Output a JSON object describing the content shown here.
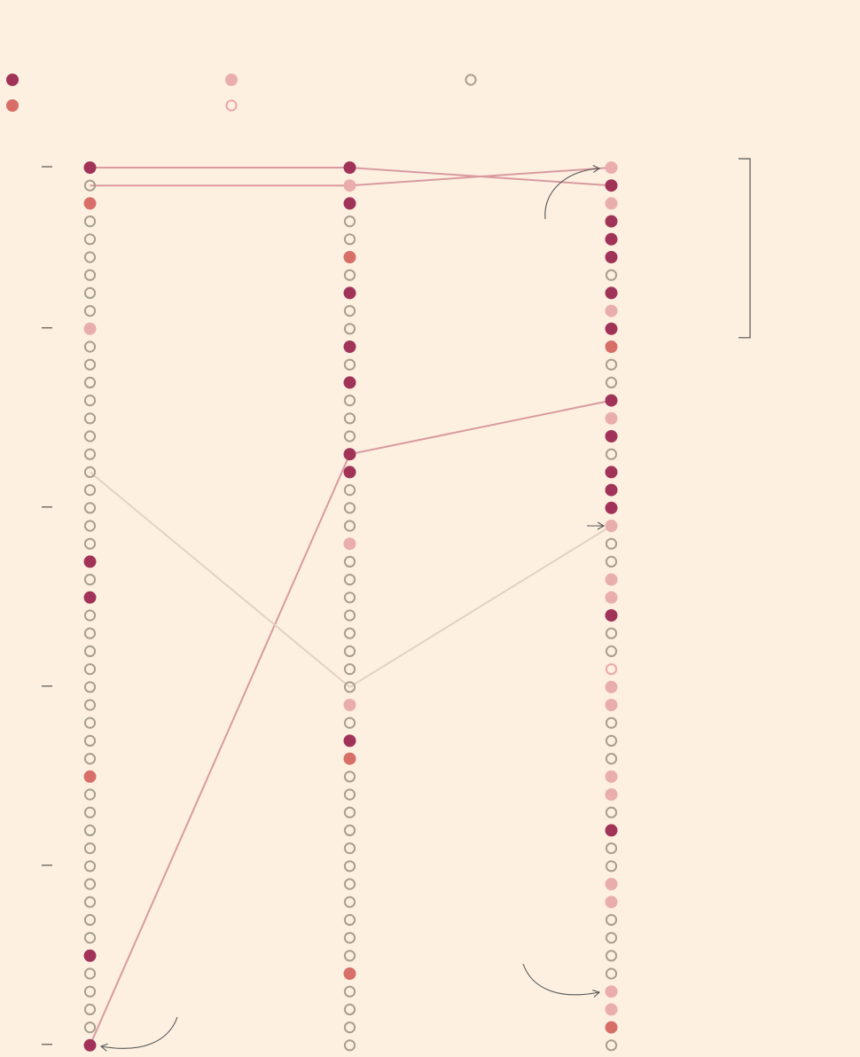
{
  "colors": {
    "background": "#fdf0e1",
    "filled_dark": "#a03357",
    "filled_coral": "#d86e68",
    "filled_pink": "#e9aeab",
    "outline_pink": "#eda6a6",
    "outline_gray": "#a89f8f",
    "link_pink": "#d99aa0",
    "link_beige": "#e3d2c3",
    "annotation": "#555555"
  },
  "legend": [
    {
      "style": "filled_dark",
      "label": ""
    },
    {
      "style": "filled_pink",
      "label": ""
    },
    {
      "style": "outline_gray",
      "label": ""
    },
    {
      "style": "filled_coral",
      "label": ""
    },
    {
      "style": "outline_pink",
      "label": ""
    }
  ],
  "chart_data": {
    "type": "scatter",
    "title": "",
    "ranks_per_column": 50,
    "y_ticks": [
      1,
      10,
      20,
      30,
      40,
      50
    ],
    "columns": [
      {
        "name": "",
        "ranks": [
          "D",
          "G",
          "C",
          "G",
          "G",
          "G",
          "G",
          "G",
          "G",
          "P",
          "G",
          "G",
          "G",
          "G",
          "G",
          "G",
          "G",
          "G",
          "G",
          "G",
          "G",
          "G",
          "D",
          "G",
          "D",
          "G",
          "G",
          "G",
          "G",
          "G",
          "G",
          "G",
          "G",
          "G",
          "C",
          "G",
          "G",
          "G",
          "G",
          "G",
          "G",
          "G",
          "G",
          "G",
          "D",
          "G",
          "G",
          "G",
          "G",
          "D"
        ]
      },
      {
        "name": "",
        "ranks": [
          "D",
          "P",
          "D",
          "G",
          "G",
          "C",
          "G",
          "D",
          "G",
          "G",
          "D",
          "G",
          "D",
          "G",
          "G",
          "G",
          "D",
          "D",
          "G",
          "G",
          "G",
          "P",
          "G",
          "G",
          "G",
          "G",
          "G",
          "G",
          "G",
          "G",
          "P",
          "G",
          "D",
          "C",
          "G",
          "G",
          "G",
          "G",
          "G",
          "G",
          "G",
          "G",
          "G",
          "G",
          "G",
          "C",
          "G",
          "G",
          "G",
          "G"
        ]
      },
      {
        "name": "",
        "ranks": [
          "P",
          "D",
          "P",
          "D",
          "D",
          "D",
          "G",
          "D",
          "P",
          "D",
          "C",
          "G",
          "G",
          "D",
          "P",
          "D",
          "G",
          "D",
          "D",
          "D",
          "P",
          "G",
          "G",
          "P",
          "P",
          "D",
          "G",
          "G",
          "O",
          "P",
          "P",
          "G",
          "G",
          "G",
          "P",
          "P",
          "G",
          "D",
          "G",
          "G",
          "P",
          "P",
          "G",
          "G",
          "G",
          "G",
          "P",
          "P",
          "C",
          "G"
        ]
      }
    ],
    "links": [
      {
        "ranks": [
          1,
          1,
          2
        ],
        "color": "link_pink"
      },
      {
        "ranks": [
          2,
          2,
          1
        ],
        "color": "link_pink"
      },
      {
        "ranks": [
          50,
          17,
          14
        ],
        "color": "link_pink"
      },
      {
        "ranks": [
          18,
          30,
          21
        ],
        "color": "link_beige"
      }
    ],
    "bracket_on_third_column": {
      "from_rank": 1,
      "to_rank": 10
    }
  }
}
